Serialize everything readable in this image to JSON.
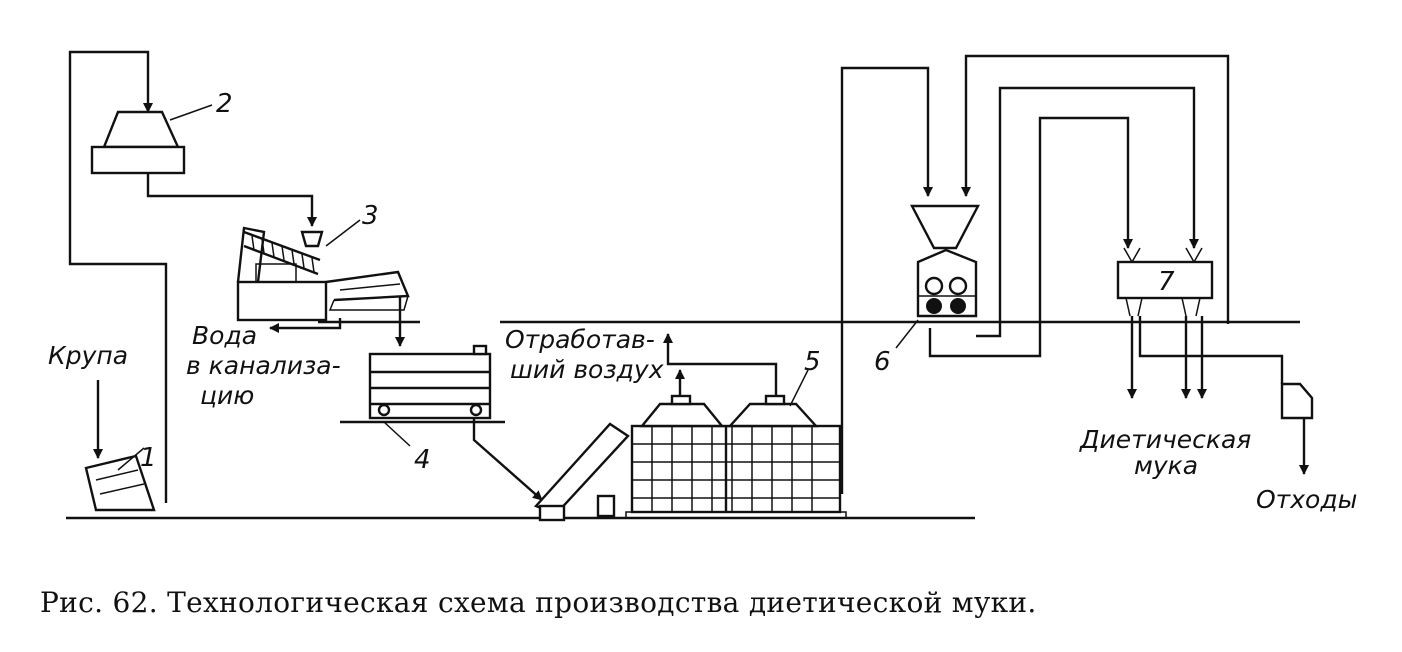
{
  "labels": {
    "krupa": "Крупа",
    "voda_1": "Вода",
    "voda_2": "в канализа-",
    "voda_3": "цию",
    "air_1": "Отработав-",
    "air_2": "ший воздух",
    "flour_1": "Диетическая",
    "flour_2": "мука",
    "waste": "Отходы"
  },
  "numbers": {
    "n1": "1",
    "n2": "2",
    "n3": "3",
    "n4": "4",
    "n5": "5",
    "n6": "6",
    "n7": "7"
  },
  "caption": "Рис. 62. Технологическая схема производства диетической муки."
}
